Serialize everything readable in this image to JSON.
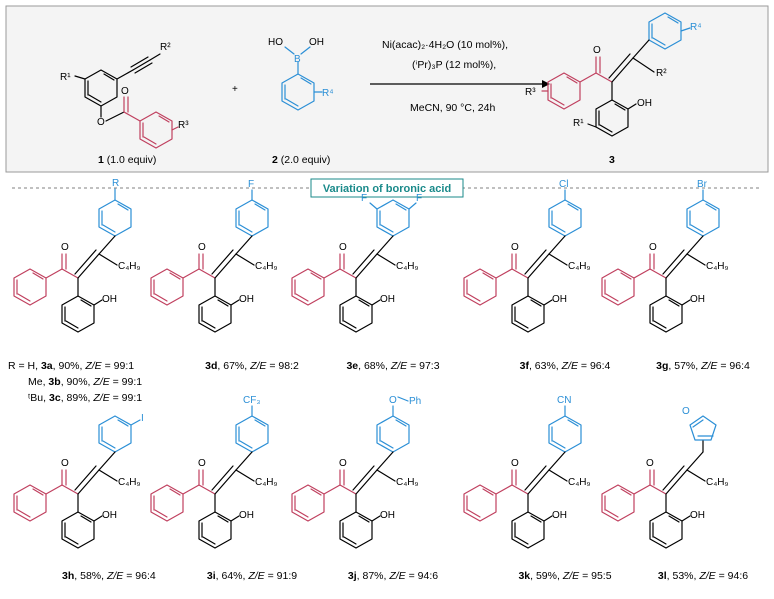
{
  "scheme": {
    "reactant1_caption": [
      "1",
      " (1.0 equiv)"
    ],
    "reactant2_caption": [
      "2",
      " (2.0 equiv)"
    ],
    "product_caption": "3",
    "plus": "+",
    "conditions": [
      "Ni(acac)₂·4H₂O (10 mol%),",
      "(ⁱPr)₃P (12 mol%),",
      "MeCN, 90  °C, 24h"
    ],
    "labels": {
      "R1": "R¹",
      "R2": "R²",
      "R3": "R³",
      "R4": "R⁴",
      "O": "O",
      "OH": "OH",
      "HO": "HO",
      "B": "B"
    }
  },
  "section_title": "Variation of boronic acid",
  "substituents": {
    "3a": "R",
    "3d": "F",
    "3e": "F",
    "3f": "Cl",
    "3g": "Br",
    "3h": "I",
    "3i": "CF₃",
    "3j": "O",
    "3j_ph": "Ph",
    "3k": "CN",
    "3l": "O"
  },
  "chain": "C₄H₉",
  "r_list": [
    [
      "R = H, ",
      "3a",
      ", 90%, ",
      "Z/E",
      " = 99:1"
    ],
    [
      "Me, ",
      "3b",
      ", 90%, ",
      "Z/E",
      " = 99:1"
    ],
    [
      "ᵗBu, ",
      "3c",
      ", 89%, ",
      "Z/E",
      " = 99:1"
    ]
  ],
  "compounds": [
    {
      "id": "3d",
      "yield": "67%",
      "ze": "98:2"
    },
    {
      "id": "3e",
      "yield": "68%",
      "ze": "97:3"
    },
    {
      "id": "3f",
      "yield": "63%",
      "ze": "96:4"
    },
    {
      "id": "3g",
      "yield": "57%",
      "ze": "96:4"
    },
    {
      "id": "3h",
      "yield": "58%",
      "ze": "96:4"
    },
    {
      "id": "3i",
      "yield": "64%",
      "ze": "91:9"
    },
    {
      "id": "3j",
      "yield": "87%",
      "ze": "94:6"
    },
    {
      "id": "3k",
      "yield": "59%",
      "ze": "95:5"
    },
    {
      "id": "3l",
      "yield": "53%",
      "ze": "94:6"
    }
  ],
  "ze_label": "Z/E",
  "ze_eq": " = ",
  "colors": {
    "blue": "#2b8fd6",
    "red": "#c0405f",
    "teal": "#1a8a8a",
    "header_bg": "#f4f4f4"
  }
}
